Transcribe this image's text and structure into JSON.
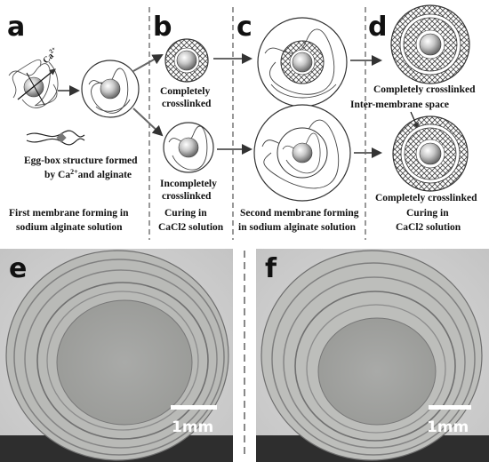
{
  "panels": {
    "a": {
      "letter": "a",
      "ion_label": "Ca",
      "ion_charge": "2+",
      "caption_line1": "Egg-box structure formed",
      "caption_line2_pre": "by Ca",
      "caption_line2_sup": "2+",
      "caption_line2_post": "and alginate",
      "step_line1": "First membrane forming in",
      "step_line2": "sodium alginate solution"
    },
    "b": {
      "letter": "b",
      "top_label": "Completely",
      "top_label_2": "crosslinked",
      "bottom_label": "Incompletely",
      "bottom_label_2": "crosslinked",
      "step_line1": "Curing in",
      "step_line2": "CaCl2 solution"
    },
    "c": {
      "letter": "c",
      "step_line1": "Second membrane forming",
      "step_line2": "in sodium alginate solution"
    },
    "d": {
      "letter": "d",
      "top_label": "Completely crosslinked",
      "inter_label": "Inter-membrane space",
      "bottom_label": "Completely crosslinked",
      "step_line1": "Curing in",
      "step_line2": "CaCl2 solution"
    },
    "e": {
      "letter": "e",
      "scale": "1mm"
    },
    "f": {
      "letter": "f",
      "scale": "1mm"
    }
  }
}
